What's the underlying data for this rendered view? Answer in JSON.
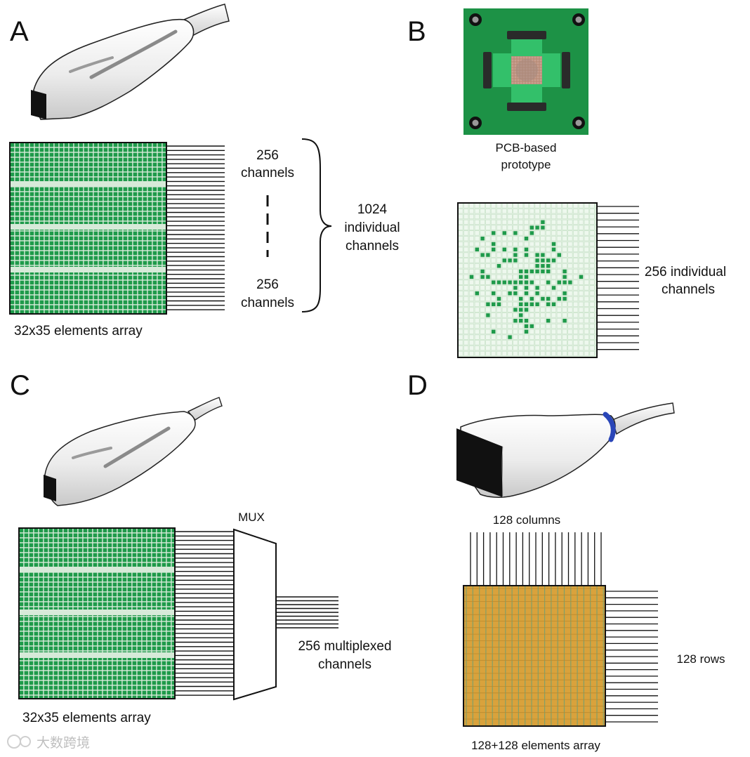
{
  "panels": {
    "a": {
      "label": "A",
      "top_channels": [
        "256",
        "channels"
      ],
      "bottom_channels": [
        "256",
        "channels"
      ],
      "total_channels": [
        "1024",
        "individual",
        "channels"
      ],
      "array_caption": "32x35 elements array"
    },
    "b": {
      "label": "B",
      "pcb_caption": [
        "PCB-based",
        "prototype"
      ],
      "channels": [
        "256 individual",
        "channels"
      ]
    },
    "c": {
      "label": "C",
      "mux_label": "MUX",
      "channels": [
        "256 multiplexed",
        "channels"
      ],
      "array_caption": "32x35 elements array"
    },
    "d": {
      "label": "D",
      "columns_label": "128 columns",
      "rows_label": "128 rows",
      "array_caption": "128+128 elements array"
    }
  },
  "watermark": "大数跨境",
  "colors": {
    "element_green": "#1e9a4a",
    "array_background": "#d7ead9",
    "sparse_background": "#dff0df",
    "pcb_green": "#1d9246",
    "row_column_orange": "#d9a23c",
    "probe_band_blue": "#2a46b8"
  }
}
